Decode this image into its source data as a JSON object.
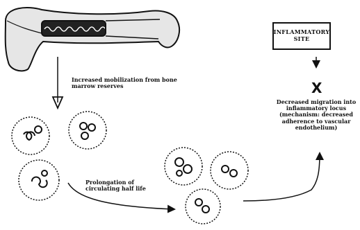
{
  "labels": {
    "marrow_release": "Increased mobilization from bone marrow reserves",
    "circulating_half_life": "Prolongation of circulating half life",
    "migration": "Decreased migration into inflammatory locus (mechanism: decreased adherence to vascular endothelium)",
    "inflammatory_site": "INFLAMMATORY SITE",
    "block_mark": "X"
  },
  "colors": {
    "ink": "#111111",
    "background": "#ffffff"
  },
  "icons": [
    "bone-illustration",
    "neutrophil-cell",
    "arrow",
    "block-x-icon"
  ]
}
